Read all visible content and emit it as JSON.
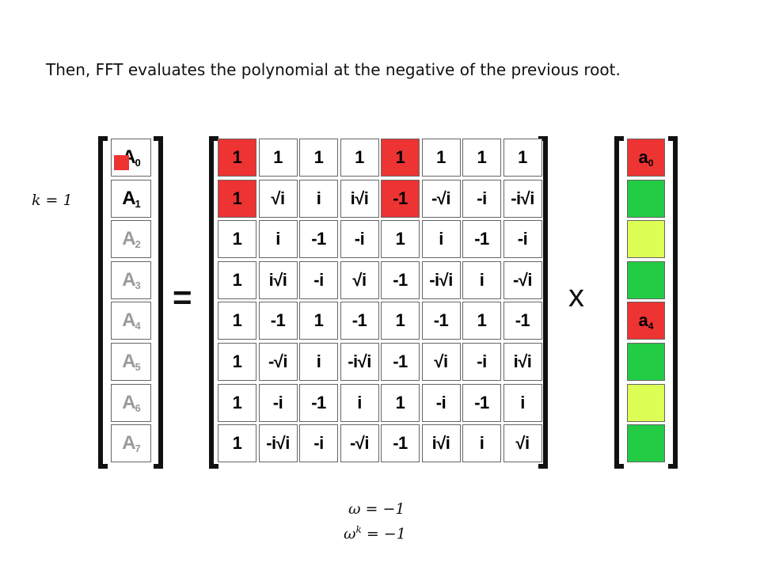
{
  "caption": "Then, FFT evaluates the polynomial at the negative of the previous root.",
  "k_label": "k = 1",
  "omega_label": "ω = −1",
  "omega_k_label": "ω",
  "omega_k_sup": "k",
  "omega_k_rhs": " = −1",
  "equals_sign": "=",
  "times_sign": "x",
  "coefficients": [
    {
      "letter": "A",
      "sub": "0",
      "faded": false,
      "marked": true
    },
    {
      "letter": "A",
      "sub": "1",
      "faded": false,
      "marked": false
    },
    {
      "letter": "A",
      "sub": "2",
      "faded": true,
      "marked": false
    },
    {
      "letter": "A",
      "sub": "3",
      "faded": true,
      "marked": false
    },
    {
      "letter": "A",
      "sub": "4",
      "faded": true,
      "marked": false
    },
    {
      "letter": "A",
      "sub": "5",
      "faded": true,
      "marked": false
    },
    {
      "letter": "A",
      "sub": "6",
      "faded": true,
      "marked": false
    },
    {
      "letter": "A",
      "sub": "7",
      "faded": true,
      "marked": false
    }
  ],
  "matrix": [
    [
      "1",
      "1",
      "1",
      "1",
      "1",
      "1",
      "1",
      "1"
    ],
    [
      "1",
      "√i",
      "i",
      "i√i",
      "-1",
      "-√i",
      "-i",
      "-i√i"
    ],
    [
      "1",
      "i",
      "-1",
      "-i",
      "1",
      "i",
      "-1",
      "-i"
    ],
    [
      "1",
      "i√i",
      "-i",
      "√i",
      "-1",
      "-i√i",
      "i",
      "-√i"
    ],
    [
      "1",
      "-1",
      "1",
      "-1",
      "1",
      "-1",
      "1",
      "-1"
    ],
    [
      "1",
      "-√i",
      "i",
      "-i√i",
      "-1",
      "√i",
      "-i",
      "i√i"
    ],
    [
      "1",
      "-i",
      "-1",
      "i",
      "1",
      "-i",
      "-1",
      "i"
    ],
    [
      "1",
      "-i√i",
      "-i",
      "-√i",
      "-1",
      "i√i",
      "i",
      "√i"
    ]
  ],
  "highlighted_cells": [
    [
      0,
      0
    ],
    [
      0,
      4
    ],
    [
      1,
      0
    ],
    [
      1,
      4
    ]
  ],
  "colors": {
    "highlight_red": "#ee3333",
    "green": "#22cc44",
    "yellow": "#ddff55"
  },
  "vector": [
    {
      "color": "#ee3333",
      "letter": "a",
      "sub": "0"
    },
    {
      "color": "#22cc44",
      "letter": "",
      "sub": ""
    },
    {
      "color": "#ddff55",
      "letter": "",
      "sub": ""
    },
    {
      "color": "#22cc44",
      "letter": "",
      "sub": ""
    },
    {
      "color": "#ee3333",
      "letter": "a",
      "sub": "4"
    },
    {
      "color": "#22cc44",
      "letter": "",
      "sub": ""
    },
    {
      "color": "#ddff55",
      "letter": "",
      "sub": ""
    },
    {
      "color": "#22cc44",
      "letter": "",
      "sub": ""
    }
  ]
}
